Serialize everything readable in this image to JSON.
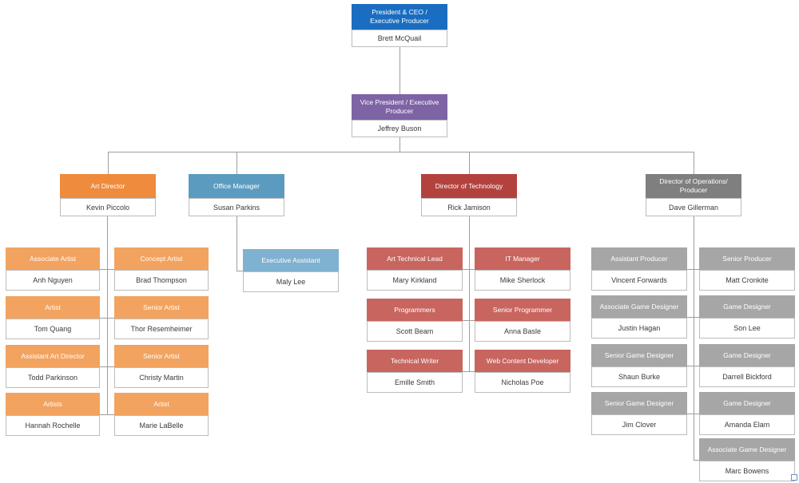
{
  "diagram": {
    "executives": [
      {
        "title": "President & CEO / Executive Producer",
        "person": "Brett McQuail",
        "color": "ceo_blue"
      },
      {
        "title": "Vice President / Executive Producer",
        "person": "Jeffrey Buson",
        "color": "vp_purple"
      }
    ],
    "managers": [
      {
        "id": "art",
        "title": "Art Director",
        "person": "Kevin Piccolo",
        "color": "orange_dark"
      },
      {
        "id": "office",
        "title": "Office Manager",
        "person": "Susan Parkins",
        "color": "steel_blue"
      },
      {
        "id": "tech",
        "title": "Director of Technology",
        "person": "Rick Jamison",
        "color": "red_dark"
      },
      {
        "id": "ops",
        "title": "Director of Operations/ Producer",
        "person": "Dave Gillerman",
        "color": "gray_dark"
      }
    ],
    "teams": {
      "art": {
        "color": "orange_light",
        "cols": [
          [
            {
              "title": "Associate Artist",
              "person": "Anh Nguyen"
            },
            {
              "title": "Artist",
              "person": "Tom Quang"
            },
            {
              "title": "Assistant Art Director",
              "person": "Todd Parkinson"
            },
            {
              "title": "Artists",
              "person": "Hannah Rochelle"
            }
          ],
          [
            {
              "title": "Concept Artist",
              "person": "Brad Thompson"
            },
            {
              "title": "Senior Artist",
              "person": "Thor Resemheimer"
            },
            {
              "title": "Senior Artist",
              "person": "Christy Martin"
            },
            {
              "title": "Artist",
              "person": "Marie LaBelle"
            }
          ]
        ]
      },
      "office": {
        "color": "steel_light",
        "cols": [
          [
            {
              "title": "Executive Assistant",
              "person": "Maly Lee"
            }
          ]
        ]
      },
      "tech": {
        "color": "red_light",
        "cols": [
          [
            {
              "title": "Art Technical Lead",
              "person": "Mary Kirkland"
            },
            {
              "title": "Programmers",
              "person": "Scott Beam"
            },
            {
              "title": "Technical Writer",
              "person": "Emille Smith"
            }
          ],
          [
            {
              "title": "IT Manager",
              "person": "Mike Sherlock"
            },
            {
              "title": "Senior Programmer",
              "person": "Anna Basle"
            },
            {
              "title": "Web Content Developer",
              "person": "Nicholas Poe"
            }
          ]
        ]
      },
      "ops": {
        "color": "gray_light",
        "cols": [
          [
            {
              "title": "Assistant Producer",
              "person": "Vincent Forwards"
            },
            {
              "title": "Associate Game Designer",
              "person": "Justin Hagan"
            },
            {
              "title": "Senior Game Designer",
              "person": "Shaun Burke"
            },
            {
              "title": "Senior Game Designer",
              "person": "Jim Clover"
            }
          ],
          [
            {
              "title": "Senior Producer",
              "person": "Matt Cronkite"
            },
            {
              "title": "Game Designer",
              "person": "Son Lee"
            },
            {
              "title": "Game Designer",
              "person": "Darrell Bickford"
            },
            {
              "title": "Game Designer",
              "person": "Amanda Elam"
            },
            {
              "title": "Associate Game Designer",
              "person": "Marc Bowens"
            }
          ]
        ]
      }
    },
    "colors": {
      "ceo_blue": "#1a6dc0",
      "vp_purple": "#7e63a5",
      "orange_dark": "#ee8b3d",
      "orange_light": "#f2a35f",
      "steel_blue": "#5c9bc0",
      "steel_light": "#7fb1d0",
      "red_dark": "#b3423e",
      "red_light": "#c8655f",
      "gray_dark": "#7f7f7f",
      "gray_light": "#a6a6a6",
      "line": "#9e9e9e"
    }
  }
}
